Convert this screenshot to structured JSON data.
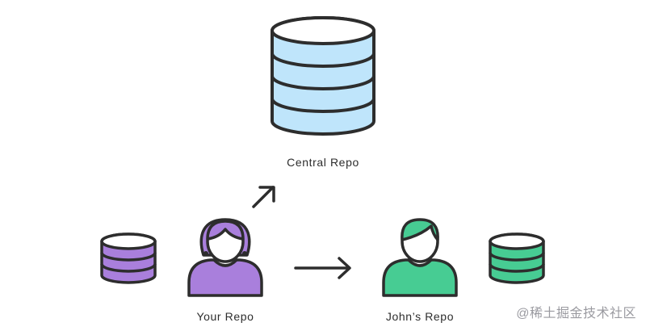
{
  "labels": {
    "central": "Central Repo",
    "yours": "Your Repo",
    "johns": "John’s Repo"
  },
  "watermark": "@稀土掘金技术社区",
  "colors": {
    "outline": "#2d2d2d",
    "central_fill": "#bfe5fb",
    "yours_fill": "#a97fdc",
    "johns_fill": "#47cc93",
    "skin": "#ffffff"
  },
  "icons": {
    "central_db": "database-icon",
    "your_db": "database-icon",
    "johns_db": "database-icon",
    "your_person": "person-icon",
    "johns_person": "person-icon",
    "arrow_up": "arrow-up-right-icon",
    "arrow_right": "arrow-right-icon"
  }
}
